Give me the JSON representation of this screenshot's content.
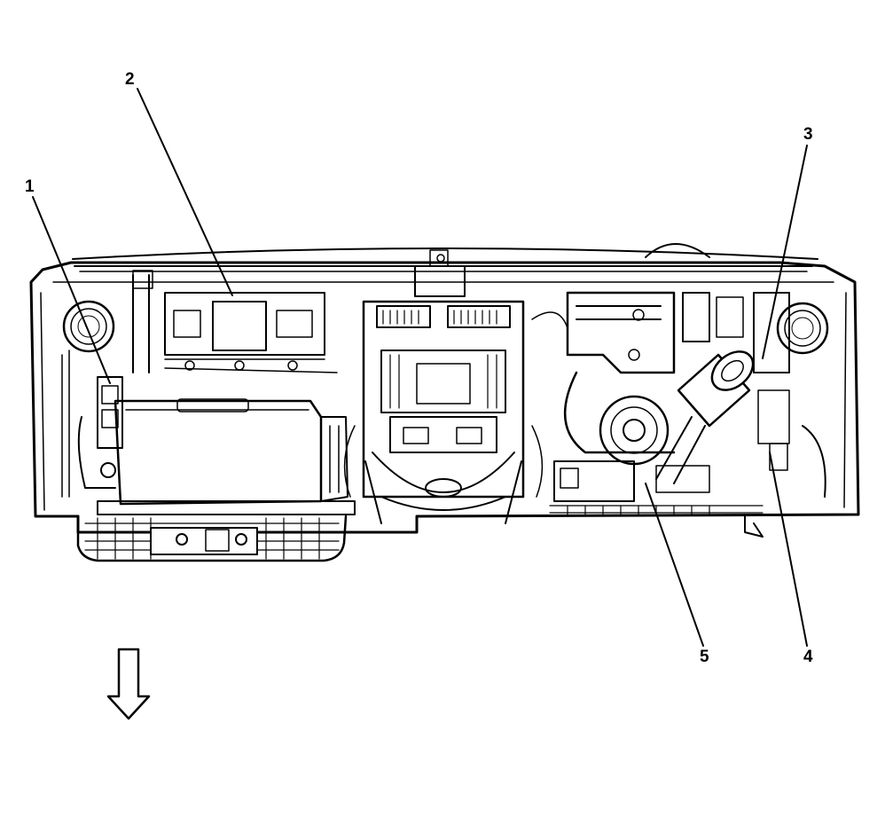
{
  "callouts": [
    {
      "id": "1",
      "label": "1"
    },
    {
      "id": "2",
      "label": "2"
    },
    {
      "id": "3",
      "label": "3"
    },
    {
      "id": "4",
      "label": "4"
    },
    {
      "id": "5",
      "label": "5"
    }
  ],
  "icons": {
    "arrow": "down-arrow-icon"
  }
}
